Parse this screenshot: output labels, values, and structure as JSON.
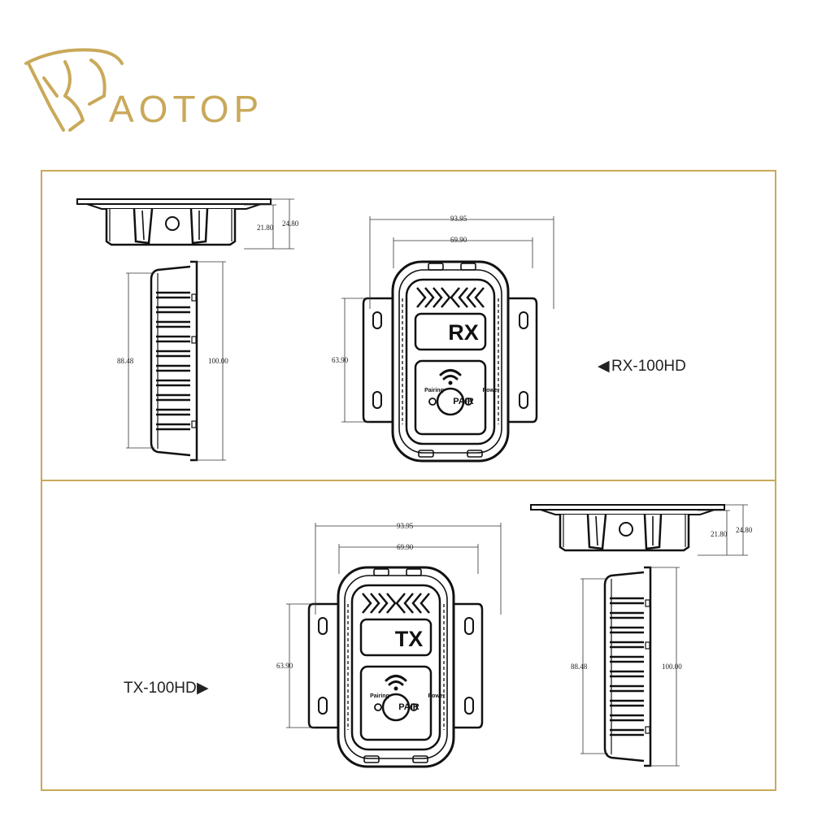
{
  "brand": {
    "name": "AOTOP",
    "color": "#c9a95a"
  },
  "frame_color": "#c9a95a",
  "rx": {
    "label": "RX",
    "model": "RX-100HD",
    "model_prefix": "◀",
    "pairing": "Pairing",
    "power": "Power",
    "pair": "PAIR",
    "dims": {
      "width_outer": "93.95",
      "width_inner": "69.90",
      "height_front": "63.90",
      "height_side_inner": "88.48",
      "height_side_outer": "100.00",
      "depth_inner": "21.80",
      "depth_outer": "24.80"
    }
  },
  "tx": {
    "label": "TX",
    "model": "TX-100HD",
    "model_suffix": "▶",
    "pairing": "Pairing",
    "power": "Power",
    "pair": "PAIR",
    "dims": {
      "width_outer": "93.95",
      "width_inner": "69.90",
      "height_front": "63.90",
      "height_side_inner": "88.48",
      "height_side_outer": "100.00",
      "depth_inner": "21.80",
      "depth_outer": "24.80"
    }
  }
}
